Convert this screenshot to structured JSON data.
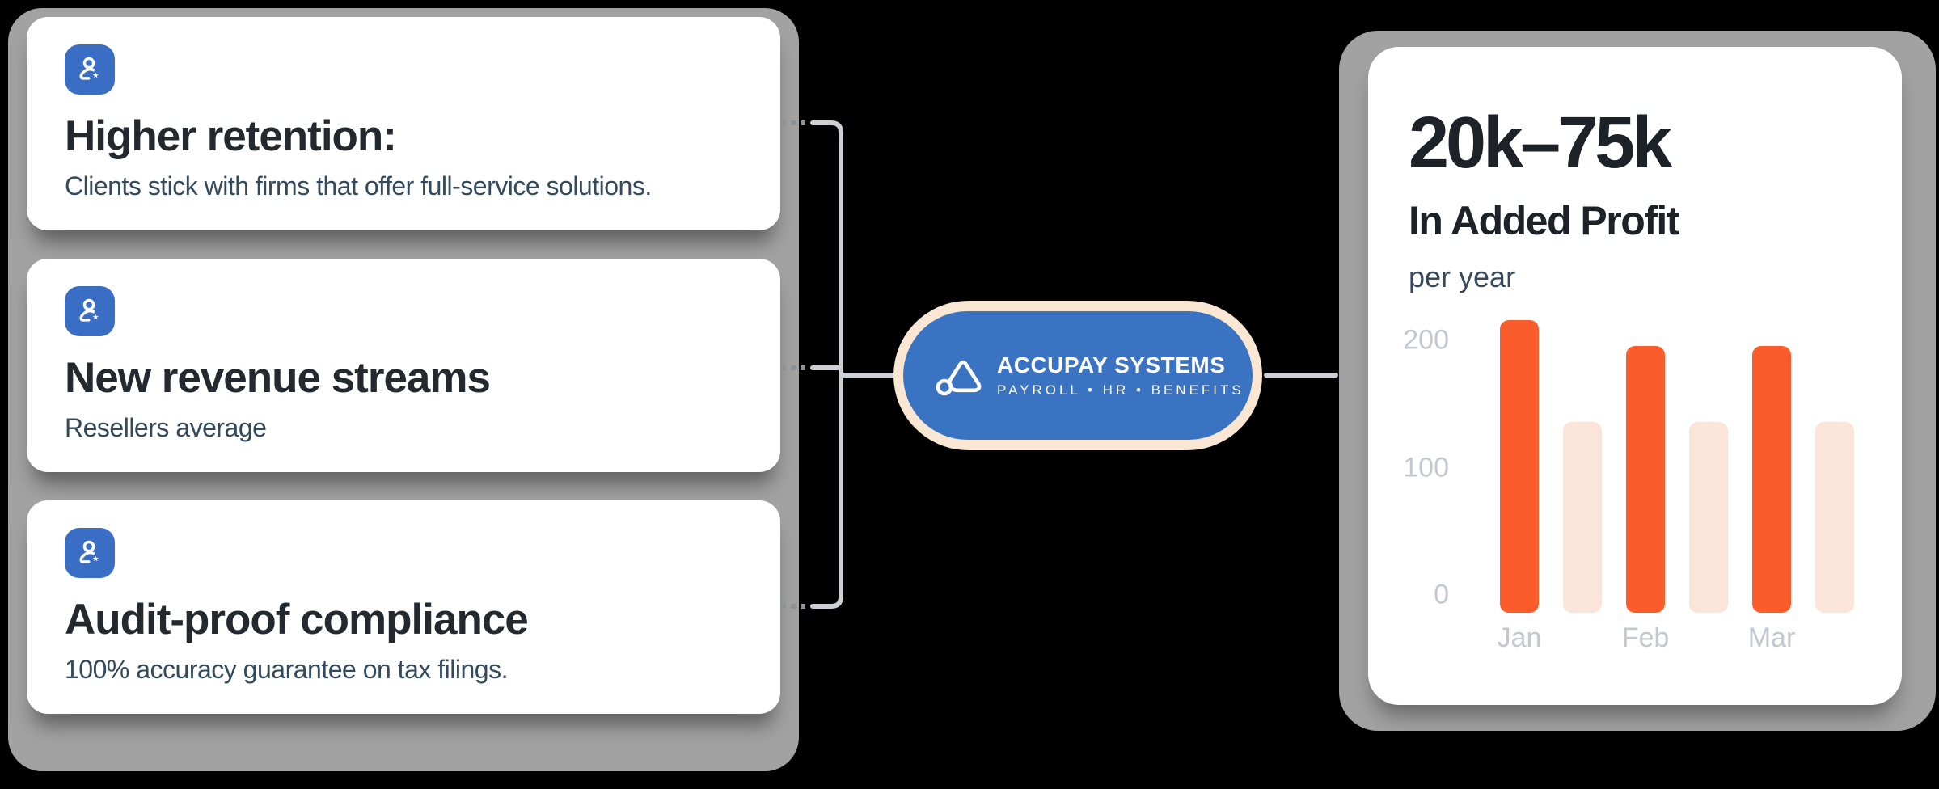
{
  "page": {
    "background": "#000000"
  },
  "benefits": {
    "cards": [
      {
        "icon": "user-star",
        "title": "Higher retention:",
        "description": "Clients stick with firms that offer full-service solutions."
      },
      {
        "icon": "user-star",
        "title": "New revenue streams",
        "description": "Resellers average"
      },
      {
        "icon": "user-star",
        "title": "Audit-proof compliance",
        "description": "100% accuracy guarantee on tax filings."
      }
    ],
    "icon_color": "#3a6ec4"
  },
  "brand_badge": {
    "name": "ACCUPAY SYSTEMS",
    "tagline": "PAYROLL • HR • BENEFITS",
    "fill": "#3b73c3",
    "ring": "#f9e6d3"
  },
  "profit_card": {
    "headline": "20k–75k",
    "subheadline": "In Added Profit",
    "caption": "per year"
  },
  "chart_data": {
    "type": "bar",
    "categories": [
      "Jan",
      "Feb",
      "Mar"
    ],
    "series": [
      {
        "name": "highlight",
        "color": "#fa5c2b",
        "values": [
          215,
          195,
          195
        ]
      },
      {
        "name": "baseline",
        "color": "#fbe5da",
        "values": [
          135,
          135,
          135
        ]
      }
    ],
    "yticks": [
      0,
      100,
      200
    ],
    "ylim": [
      0,
      220
    ],
    "xlabel": "",
    "ylabel": "",
    "grid": false,
    "legend": false,
    "tick_color": "#c3c8ce"
  },
  "colors": {
    "panel_gray": "#a2a2a2",
    "card_white": "#ffffff",
    "title_text": "#23292f",
    "body_text": "#33495c",
    "connector": "#ccd0d4",
    "connector_dots": "#8e9194"
  }
}
